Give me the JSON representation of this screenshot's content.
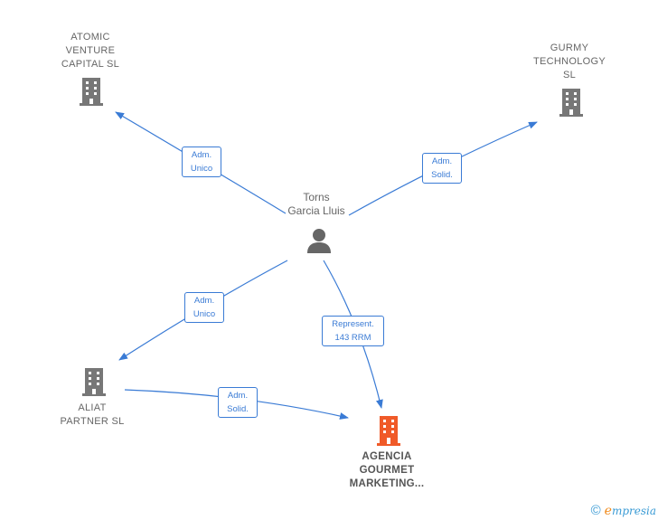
{
  "nodes": {
    "atomic": "ATOMIC\nVENTURE\nCAPITAL  SL",
    "gurmy": "GURMY\nTECHNOLOGY\nSL",
    "person": "Torns\nGarcia Lluis",
    "aliat": "ALIAT\nPARTNER  SL",
    "agencia": "AGENCIA\nGOURMET\nMARKETING..."
  },
  "edges": {
    "person_atomic": "Adm.\nUnico",
    "person_gurmy": "Adm.\nSolid.",
    "person_aliat": "Adm.\nUnico",
    "person_agencia": "Represent.\n143 RRM",
    "aliat_agencia": "Adm.\nSolid."
  },
  "footer": {
    "copyright": "©",
    "brand_e": "e",
    "brand_rest": "mpresia"
  },
  "colors": {
    "edge": "#3a7bd5",
    "company": "#777777",
    "main_company": "#f05a28",
    "person": "#666666"
  }
}
